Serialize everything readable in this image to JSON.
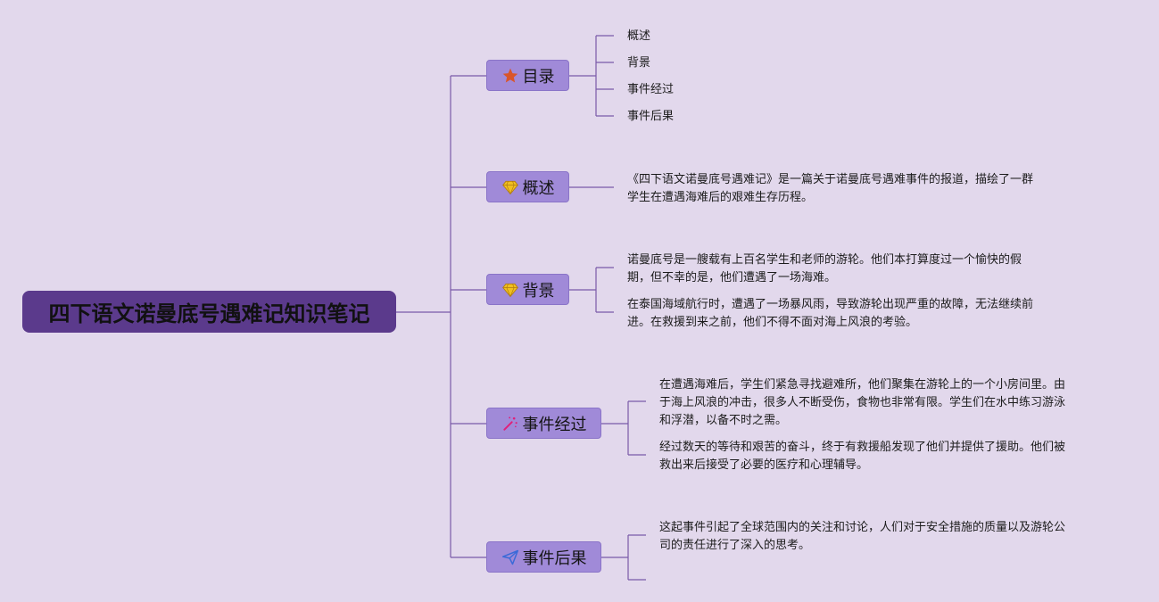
{
  "root": {
    "title": "四下语文诺曼底号遇难记知识笔记"
  },
  "branches": {
    "toc": {
      "label": "目录",
      "icon": "star-icon",
      "items": [
        "概述",
        "背景",
        "事件经过",
        "事件后果"
      ]
    },
    "overview": {
      "label": "概述",
      "icon": "diamond-icon",
      "lines": [
        "《四下语文诺曼底号遇难记》是一篇关于诺曼底号遇难事件的报道，描绘了一群",
        "学生在遭遇海难后的艰难生存历程。"
      ]
    },
    "background": {
      "label": "背景",
      "icon": "diamond-icon",
      "paragraphs": [
        [
          "诺曼底号是一艘载有上百名学生和老师的游轮。他们本打算度过一个愉快的假",
          "期，但不幸的是，他们遭遇了一场海难。"
        ],
        [
          "在泰国海域航行时，遭遇了一场暴风雨，导致游轮出现严重的故障，无法继续前",
          "进。在救援到来之前，他们不得不面对海上风浪的考验。"
        ]
      ]
    },
    "process": {
      "label": "事件经过",
      "icon": "magic-wand-icon",
      "paragraphs": [
        [
          "在遭遇海难后，学生们紧急寻找避难所，他们聚集在游轮上的一个小房间里。由",
          "于海上风浪的冲击，很多人不断受伤，食物也非常有限。学生们在水中练习游泳",
          "和浮潜，以备不时之需。"
        ],
        [
          "经过数天的等待和艰苦的奋斗，终于有救援船发现了他们并提供了援助。他们被",
          "救出来后接受了必要的医疗和心理辅导。"
        ]
      ]
    },
    "consequence": {
      "label": "事件后果",
      "icon": "paper-plane-icon",
      "lines": [
        "这起事件引起了全球范围内的关注和讨论，人们对于安全措施的质量以及游轮公",
        "司的责任进行了深入的思考。"
      ]
    }
  },
  "colors": {
    "background": "#e2d8ec",
    "root_fill": "#5b3a8c",
    "branch_fill": "#a08ad8",
    "line": "#7a5aa8",
    "star": "#d9552a",
    "diamond": "#f0c020",
    "wand": "#e0207a",
    "plane": "#3a6ad8"
  }
}
